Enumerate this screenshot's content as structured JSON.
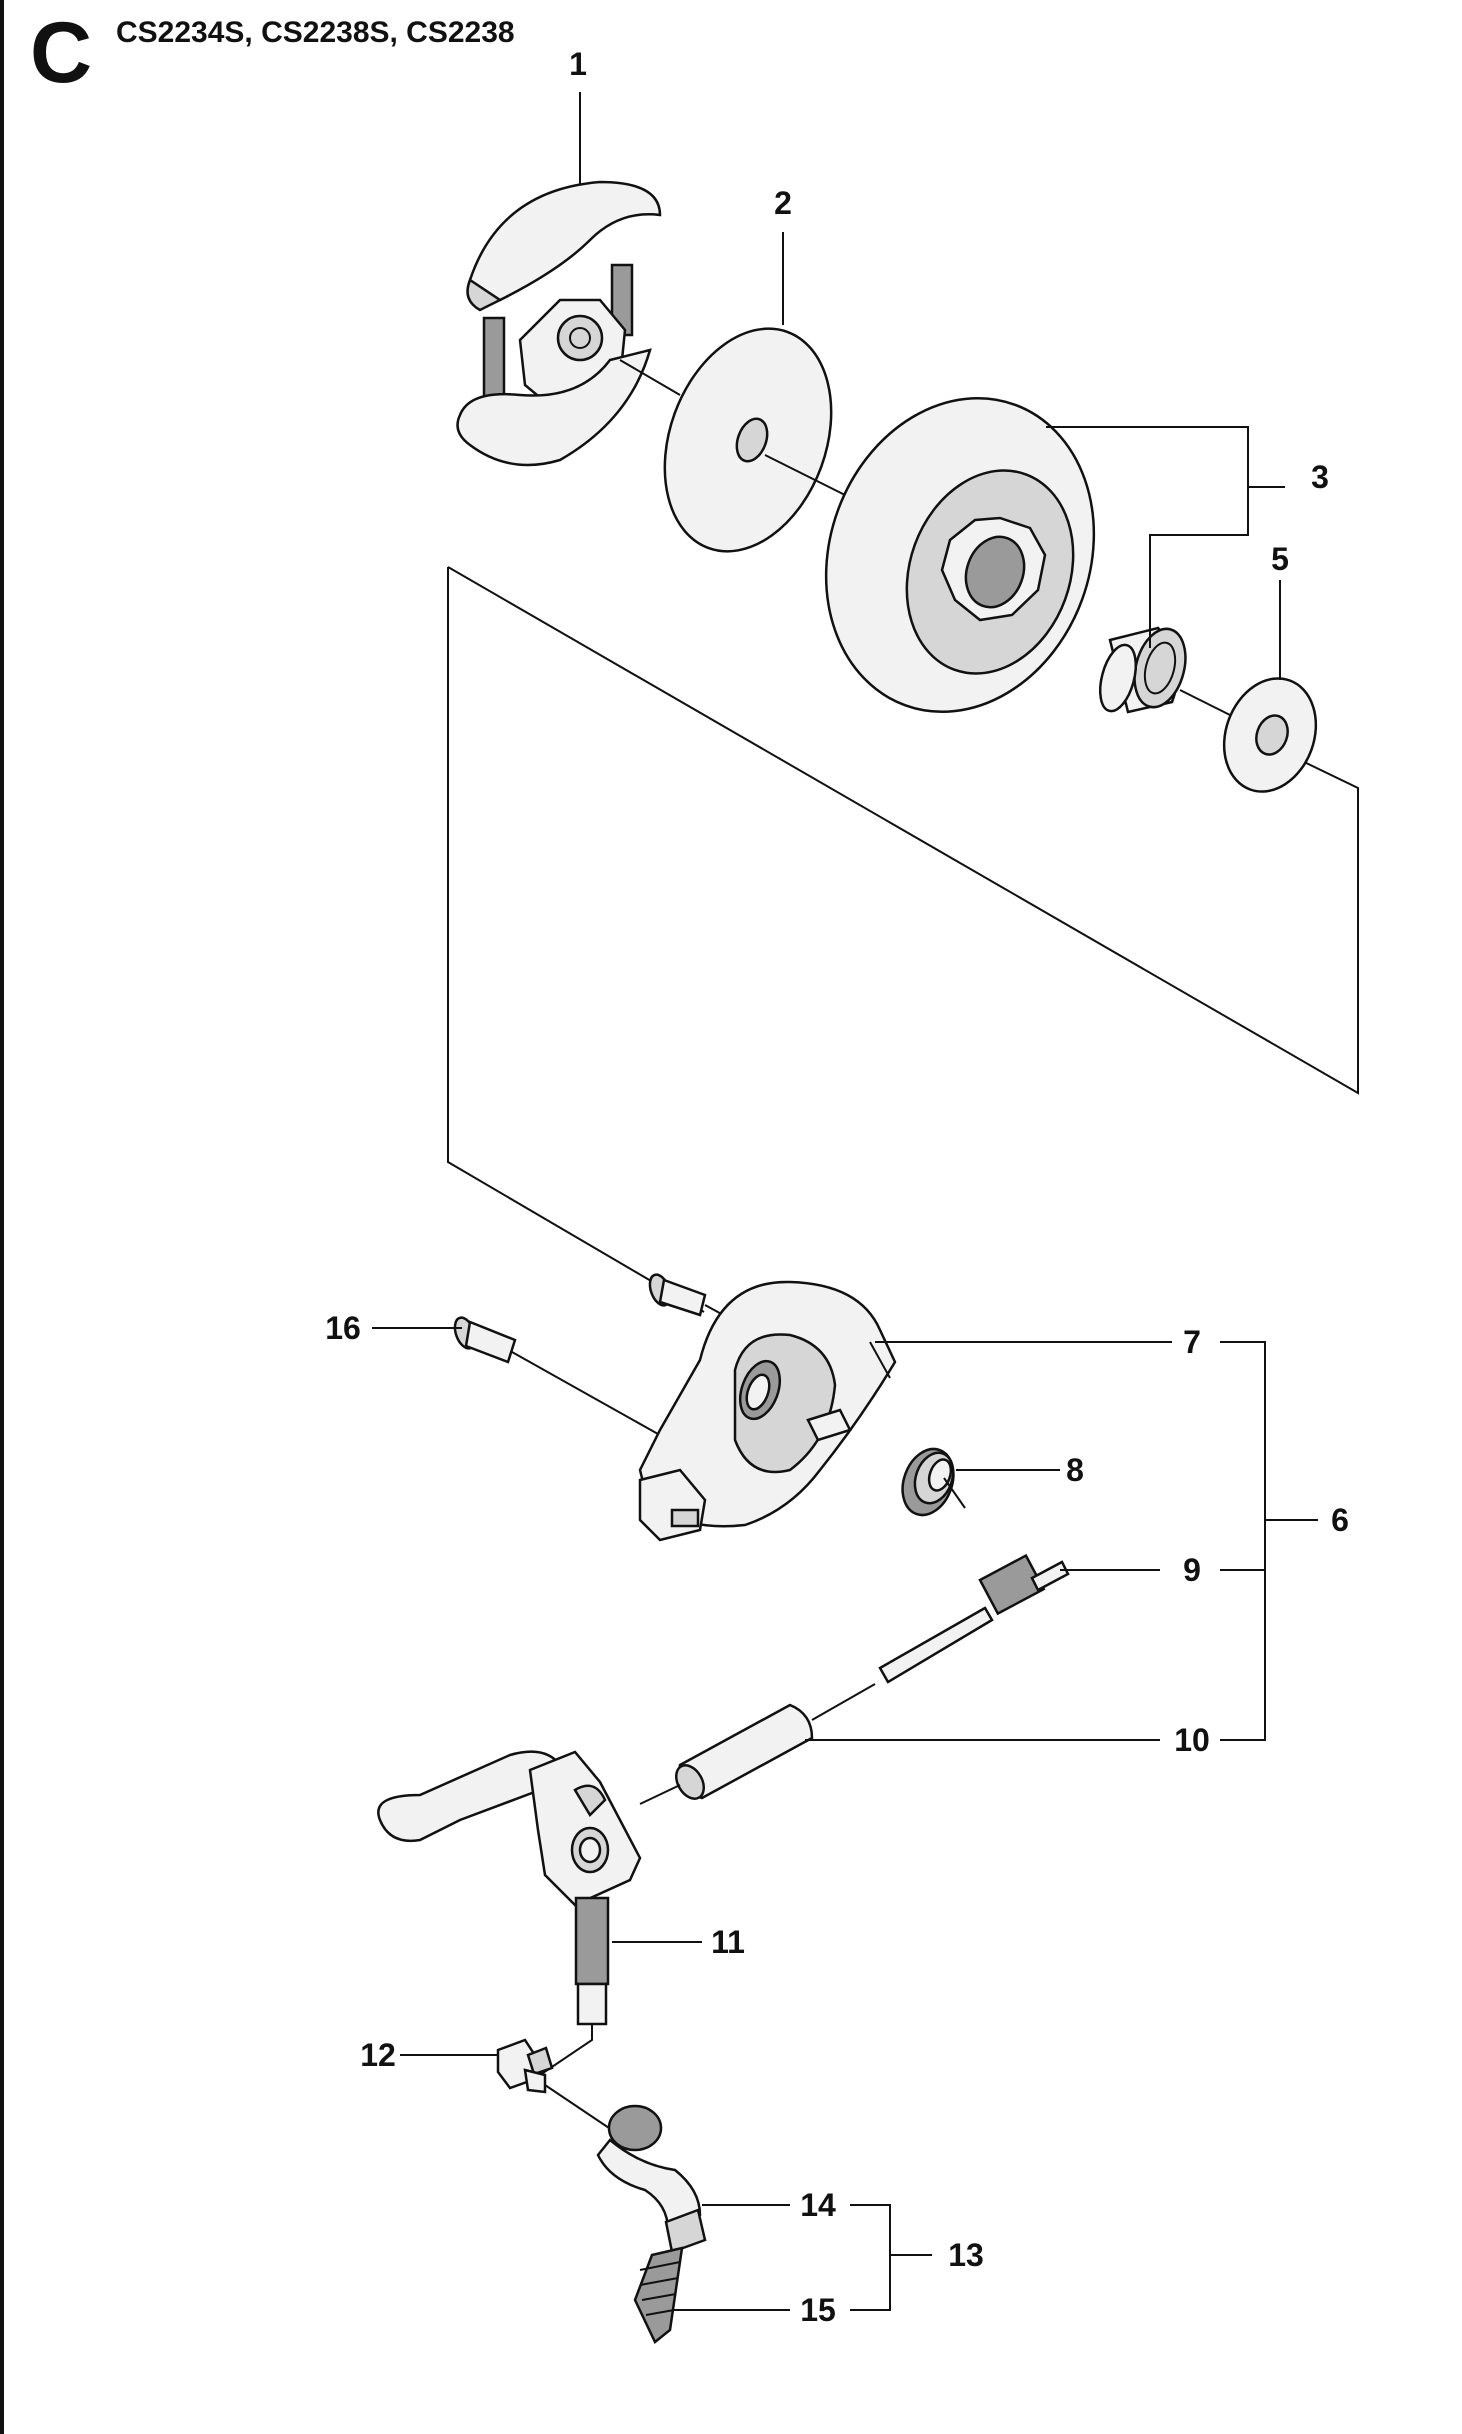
{
  "header": {
    "section_letter": "C",
    "models": "CS2234S, CS2238S, CS2238"
  },
  "callouts": {
    "p1": "1",
    "p2": "2",
    "p3": "3",
    "p5": "5",
    "p6": "6",
    "p7": "7",
    "p8": "8",
    "p9": "9",
    "p10": "10",
    "p11": "11",
    "p12": "12",
    "p13": "13",
    "p14": "14",
    "p15": "15",
    "p16": "16"
  },
  "parts": [
    {
      "name": "clutch",
      "callout": "1"
    },
    {
      "name": "washer",
      "callout": "2"
    },
    {
      "name": "clutch-drum-rim-sprocket",
      "callout": "3"
    },
    {
      "name": "washer",
      "callout": "5"
    },
    {
      "name": "oil-pump-assembly",
      "callout": "6"
    },
    {
      "name": "pump-housing",
      "callout": "7"
    },
    {
      "name": "spring",
      "callout": "8"
    },
    {
      "name": "worm-gear",
      "callout": "9"
    },
    {
      "name": "sleeve",
      "callout": "10"
    },
    {
      "name": "pump-hose",
      "callout": "11"
    },
    {
      "name": "nipple",
      "callout": "12"
    },
    {
      "name": "oil-hose-assembly",
      "callout": "13"
    },
    {
      "name": "hose",
      "callout": "14"
    },
    {
      "name": "filter",
      "callout": "15"
    },
    {
      "name": "screw",
      "callout": "16"
    }
  ]
}
